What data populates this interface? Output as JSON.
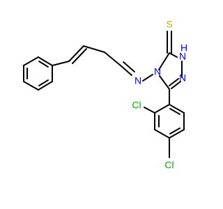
{
  "atoms": {
    "sulfur": {
      "symbol": "S"
    },
    "nh": {
      "symbol": "H",
      "text": "N"
    },
    "n_ring": {
      "symbol": "N"
    },
    "n_triazole": {
      "symbol": "N"
    },
    "n_imine": {
      "symbol": "N"
    },
    "cl_ortho": {
      "symbol": "Cl"
    },
    "cl_para": {
      "symbol": "Cl"
    }
  },
  "colors": {
    "bond": "#000000",
    "nitrogen": "#0000ff",
    "sulfur": "#b3b300",
    "chlorine": "#00b000"
  }
}
